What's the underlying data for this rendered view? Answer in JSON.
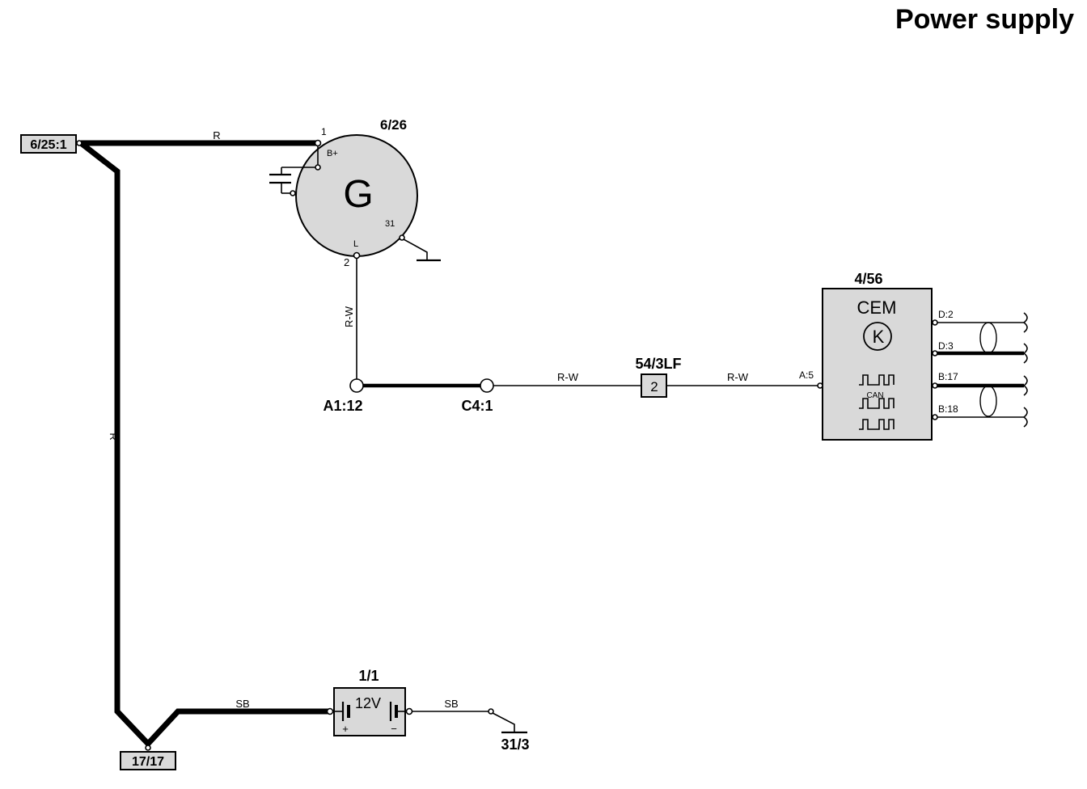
{
  "title": "Power supply",
  "connectors": {
    "c_6_25_1": "6/25:1",
    "c_17_17": "17/17",
    "a1_12": "A1:12",
    "c4_1": "C4:1",
    "ground_31_3": "31/3"
  },
  "generator": {
    "id": "6/26",
    "symbol": "G",
    "pin1": "1",
    "pin_b_plus": "B+",
    "pin31": "31",
    "pin_l": "L",
    "pin2": "2"
  },
  "fuse": {
    "id": "54/3LF",
    "number": "2"
  },
  "battery": {
    "id": "1/1",
    "voltage": "12V",
    "plus": "+",
    "minus": "−"
  },
  "cem": {
    "id": "4/56",
    "name": "CEM",
    "relay_symbol": "K",
    "can_label": "CAN",
    "pins": {
      "a5": "A:5",
      "d2": "D:2",
      "d3": "D:3",
      "b17": "B:17",
      "b18": "B:18"
    }
  },
  "wires": {
    "top_red": "R",
    "vertical_red": "R",
    "gen_to_a1": "R-W",
    "c4_to_fuse": "R-W",
    "fuse_to_cem": "R-W",
    "battery_feed": "SB",
    "battery_ground": "SB"
  }
}
